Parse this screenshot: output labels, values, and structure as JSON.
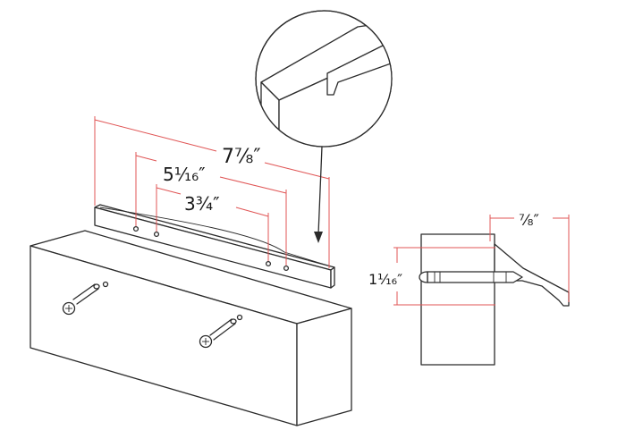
{
  "dimensions": {
    "overall_length": "7⅞″",
    "outer_hole_spacing": "5¹⁄₁₆″",
    "inner_hole_spacing": "3¾″",
    "projection": "⁷⁄₈″",
    "height": "1¹⁄₁₆″"
  },
  "colors": {
    "outline": "#2b2b2b",
    "dimension_line": "#e05555"
  }
}
